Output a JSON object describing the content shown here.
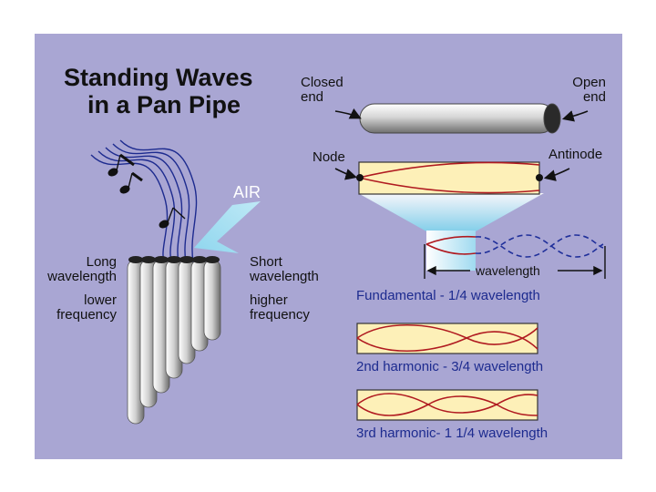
{
  "title": {
    "line1": "Standing Waves",
    "line2": "in a Pan Pipe"
  },
  "labels": {
    "closed": [
      "Closed",
      "end"
    ],
    "open": [
      "Open",
      "end"
    ],
    "node": "Node",
    "antinode": "Antinode",
    "air": "AIR",
    "long": [
      "Long",
      "wavelength"
    ],
    "lower": [
      "lower",
      "frequency"
    ],
    "short": [
      "Short",
      "wavelength"
    ],
    "higher": [
      "higher",
      "frequency"
    ],
    "wavelength": "wavelength"
  },
  "captions": {
    "fundamental": "Fundamental - 1/4 wavelength",
    "second": "2nd harmonic - 3/4 wavelength",
    "third": "3rd harmonic- 1 1/4 wavelength"
  },
  "colors": {
    "background": "#a9a6d3",
    "tube_fill": "#fdf0b8",
    "wave": "#b01a20",
    "dashed_wave": "#1f2f9a",
    "caption": "#1d2b8f",
    "air": "#a8dff0"
  }
}
